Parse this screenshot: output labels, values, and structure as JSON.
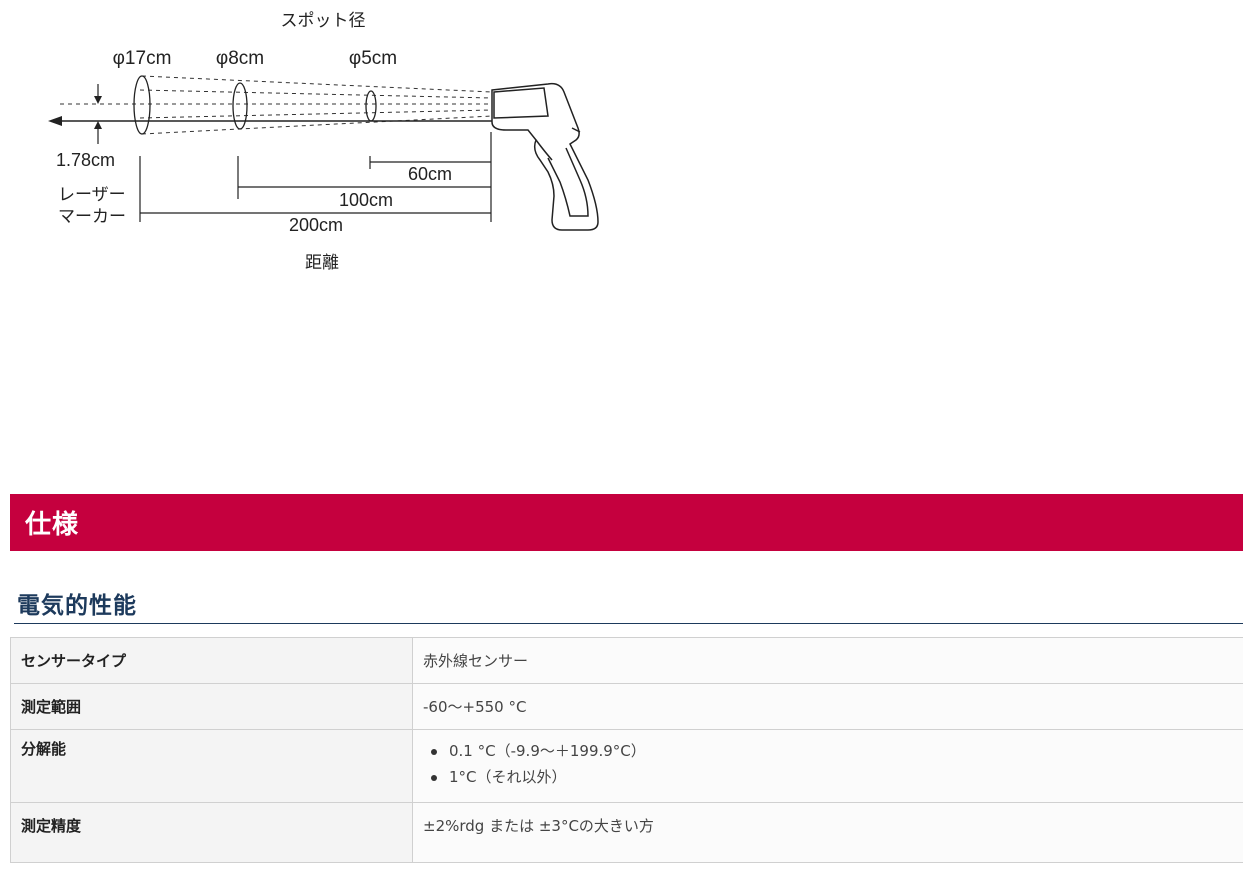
{
  "diagram": {
    "spot_title": "スポット径",
    "spot_large": "φ17cm",
    "spot_mid": "φ8cm",
    "spot_small": "φ5cm",
    "laser_offset": "1.78cm",
    "laser_label_line1": "レーザー",
    "laser_label_line2": "マーカー",
    "dist_short": "60cm",
    "dist_mid": "100cm",
    "dist_long": "200cm",
    "distance_title": "距離"
  },
  "section": {
    "title": "仕様"
  },
  "subsection": {
    "title": "電気的性能"
  },
  "spec_table": {
    "rows": [
      {
        "label": "センサータイプ",
        "value": "赤外線センサー"
      },
      {
        "label": "測定範囲",
        "value": "-60～+550 °C"
      },
      {
        "label": "分解能",
        "items": [
          "0.1 °C（-9.9～＋199.9°C）",
          "1°C（それ以外）"
        ]
      },
      {
        "label": "測定精度",
        "value": "±2%rdg または ±3°Cの大きい方"
      }
    ]
  }
}
